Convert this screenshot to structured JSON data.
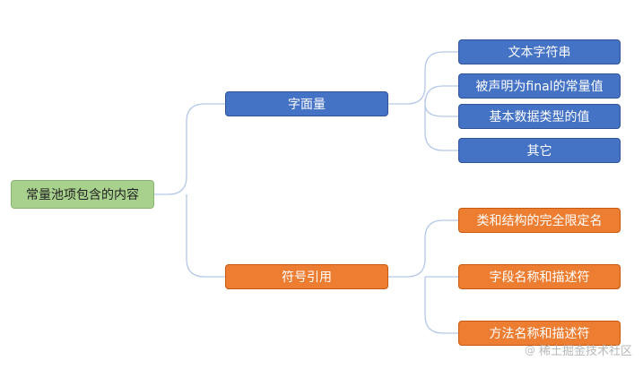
{
  "root": {
    "label": "常量池项包含的内容"
  },
  "branches": [
    {
      "label": "字面量",
      "children": [
        "文本字符串",
        "被声明为final的常量值",
        "基本数据类型的值",
        "其它"
      ]
    },
    {
      "label": "符号引用",
      "children": [
        "类和结构的完全限定名",
        "字段名称和描述符",
        "方法名称和描述符"
      ]
    }
  ],
  "watermark": {
    "text": "稀土掘金技术社区",
    "icon": "at-icon"
  },
  "colors": {
    "root_fill": "#a9d18e",
    "branch1_fill": "#4472c4",
    "branch2_fill": "#ed7d31",
    "connector": "#b4c7e7"
  }
}
